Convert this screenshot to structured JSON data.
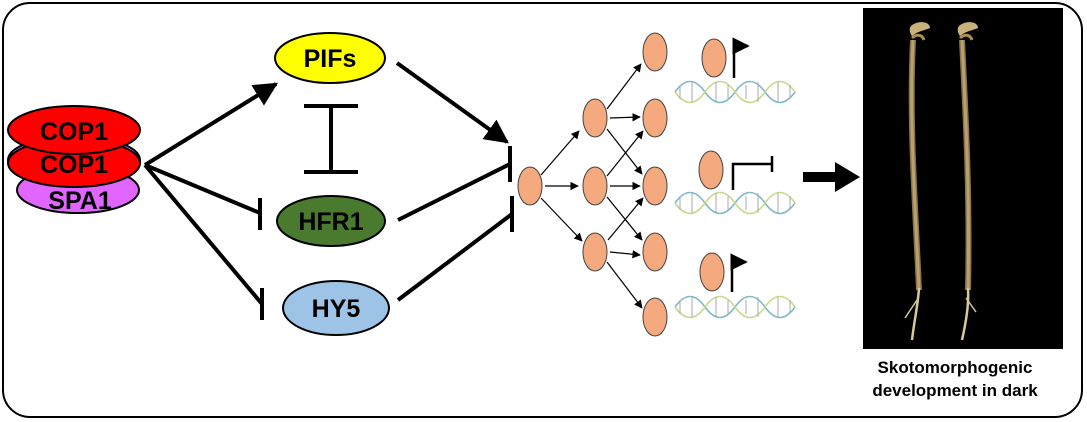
{
  "nodes": {
    "cop1_top": "COP1",
    "cop1_bottom": "COP1",
    "spa1": "SPA1",
    "pifs": "PIFs",
    "hfr1": "HFR1",
    "hy5": "HY5"
  },
  "caption": {
    "line1": "Skotomorphogenic",
    "line2": "development in dark"
  },
  "colors": {
    "cop1": "#ff0000",
    "spa1": "#e066ff",
    "pifs": "#ffff00",
    "hfr1": "#4a7a2e",
    "hy5": "#9dc3e6",
    "tf_node": "#f4a97e"
  },
  "gene_regulation": [
    "activate",
    "repress",
    "activate"
  ]
}
